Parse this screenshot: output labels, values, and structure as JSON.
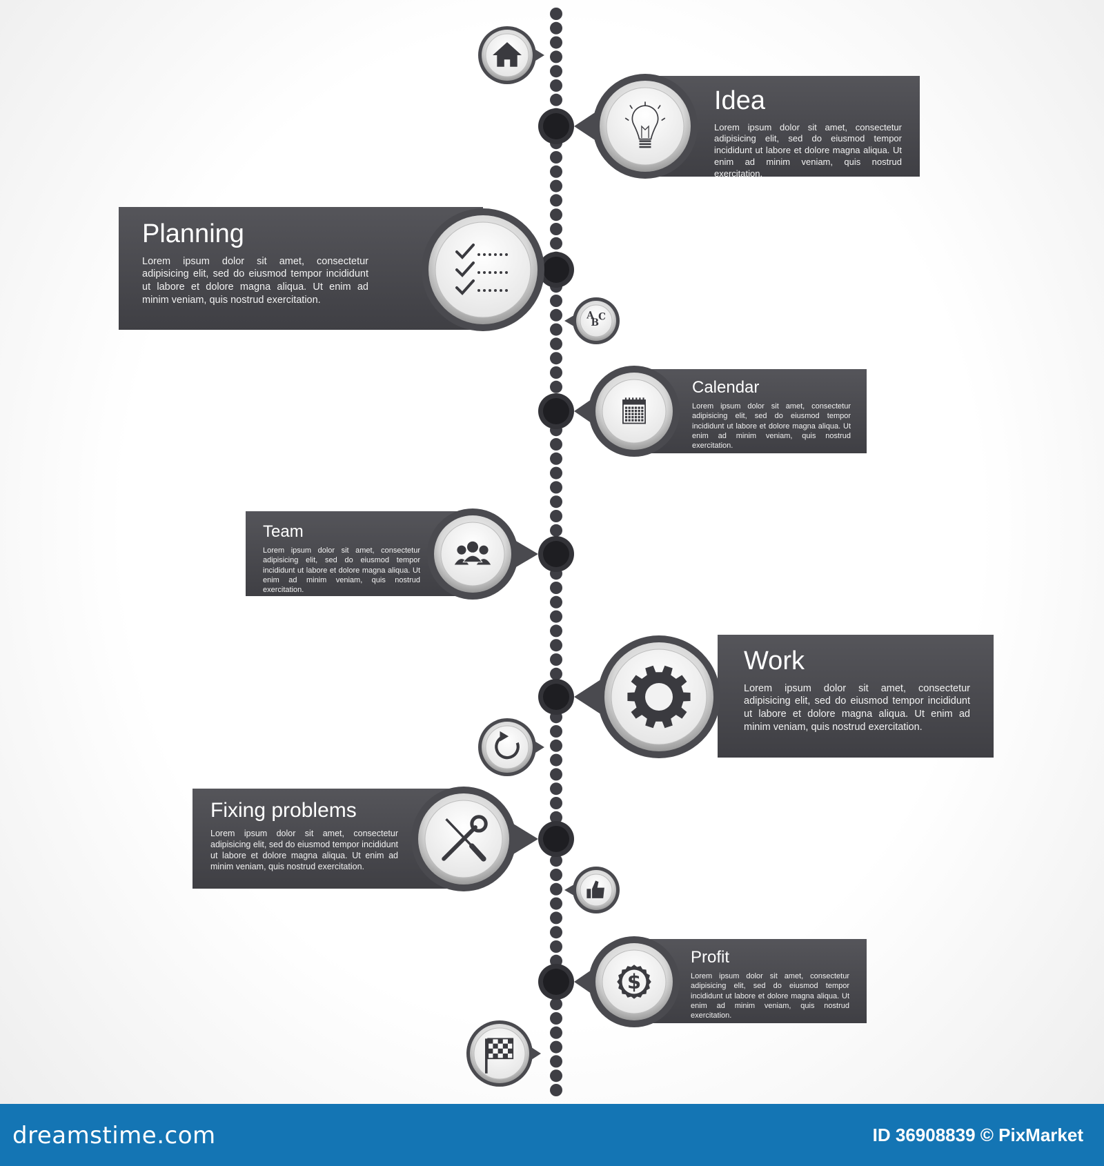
{
  "timeline": {
    "milestones": [
      {
        "label": "Idea",
        "text": "Lorem ipsum dolor sit amet, consectetur adipisicing elit, sed do eiusmod tempor incididunt ut labore et dolore magna aliqua. Ut enim ad minim veniam, quis nostrud exercitation.",
        "icon": "lightbulb-icon",
        "side": "right"
      },
      {
        "label": "Planning",
        "text": "Lorem ipsum dolor sit amet, consectetur adipisicing elit, sed do eiusmod tempor incididunt ut labore et dolore magna aliqua. Ut enim ad minim veniam, quis nostrud exercitation.",
        "icon": "checklist-icon",
        "side": "left"
      },
      {
        "label": "Calendar",
        "text": "Lorem ipsum dolor sit amet, consectetur adipisicing elit, sed do eiusmod tempor incididunt ut labore et dolore magna aliqua. Ut enim ad minim veniam, quis nostrud exercitation.",
        "icon": "calendar-icon",
        "side": "right"
      },
      {
        "label": "Team",
        "text": "Lorem ipsum dolor sit amet, consectetur adipisicing elit, sed do eiusmod tempor incididunt ut labore et dolore magna aliqua. Ut enim ad minim veniam, quis nostrud exercitation.",
        "icon": "team-icon",
        "side": "left"
      },
      {
        "label": "Work",
        "text": "Lorem ipsum dolor sit amet, consectetur adipisicing elit, sed do eiusmod tempor incididunt ut labore et dolore magna aliqua. Ut enim ad minim veniam, quis nostrud exercitation.",
        "icon": "gear-icon",
        "side": "right"
      },
      {
        "label": "Fixing problems",
        "text": "Lorem ipsum dolor sit amet, consectetur adipisicing elit, sed do eiusmod tempor incididunt ut labore et dolore magna aliqua. Ut enim ad minim veniam, quis nostrud exercitation.",
        "icon": "tools-icon",
        "side": "left"
      },
      {
        "label": "Profit",
        "text": "Lorem ipsum dolor sit amet, consectetur adipisicing elit, sed do eiusmod tempor incididunt ut labore et dolore magna aliqua. Ut enim ad minim veniam, quis nostrud exercitation.",
        "icon": "dollar-icon",
        "side": "right"
      }
    ],
    "small_markers": [
      {
        "icon": "home-icon",
        "side": "left"
      },
      {
        "icon": "abc-icon",
        "side": "right"
      },
      {
        "icon": "refresh-icon",
        "side": "left"
      },
      {
        "icon": "thumbs-up-icon",
        "side": "right"
      },
      {
        "icon": "checkered-flag-icon",
        "side": "left"
      }
    ],
    "abc_letters": [
      "A",
      "B",
      "C"
    ]
  },
  "footer": {
    "logo_text": "dreamstime.com",
    "credit": "ID 36908839 © PixMarket"
  },
  "colors": {
    "card": "#4a4a4f",
    "dot": "#3e3e44",
    "footer": "#1475b4"
  }
}
